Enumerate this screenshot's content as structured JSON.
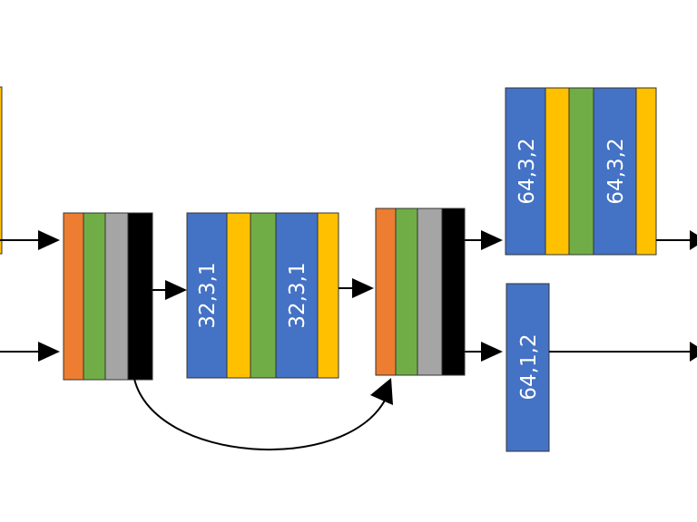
{
  "colors": {
    "conv": "#4472c4",
    "batchnorm": "#ffc000",
    "relu": "#70ad47",
    "activation": "#ed7d31",
    "gray": "#a5a5a5",
    "dark": "#000000",
    "edge": "#000000"
  },
  "blocks": {
    "conv_a1": "32,3,1",
    "conv_a2": "32,3,1",
    "conv_b1": "64,3,2",
    "conv_b2": "64,3,2",
    "conv_shortcut": "64,1,2"
  }
}
